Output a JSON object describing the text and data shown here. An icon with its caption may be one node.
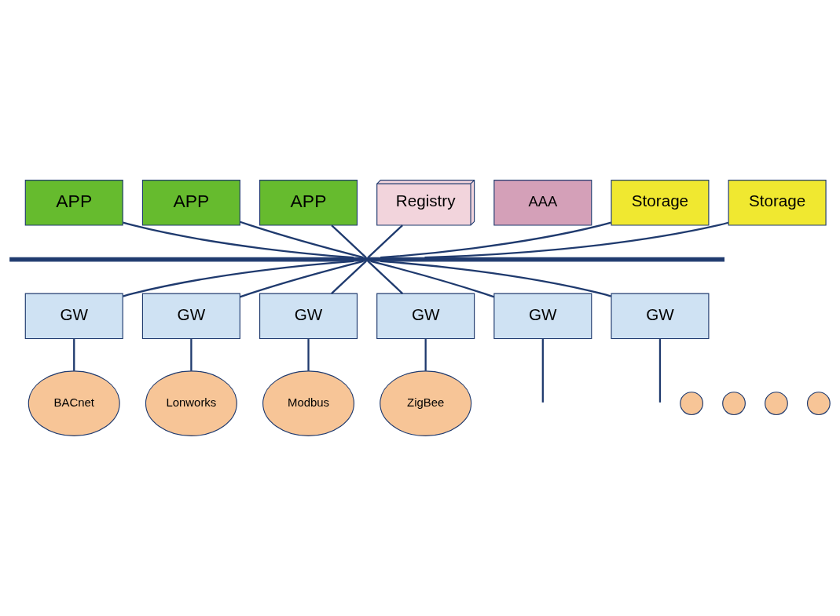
{
  "diagram": {
    "nodes": [
      {
        "text": [
          "APP"
        ]
      },
      {
        "text": [
          "APP"
        ]
      },
      {
        "text": [
          "APP"
        ]
      },
      {
        "text": [
          "Registry"
        ]
      },
      {
        "text": [
          "AAA"
        ]
      },
      {
        "text": [
          "Storage"
        ]
      },
      {
        "text": [
          "Storage"
        ]
      },
      {
        "text": [],
        "shape": "bar"
      },
      {
        "text": [
          "GW"
        ]
      },
      {
        "text": [
          "GW"
        ]
      },
      {
        "text": [
          "GW"
        ]
      },
      {
        "text": [
          "GW"
        ]
      },
      {
        "text": [
          "GW"
        ]
      },
      {
        "text": [
          "GW"
        ]
      },
      {
        "text": [
          "BACnet"
        ]
      },
      {
        "text": [
          "Lonworks"
        ]
      },
      {
        "text": [
          "Modbus"
        ]
      },
      {
        "text": [
          "ZigBee"
        ]
      },
      {
        "text": [],
        "shape": "circle"
      },
      {
        "text": [],
        "shape": "circle"
      },
      {
        "text": [],
        "shape": "circle"
      },
      {
        "text": [],
        "shape": "circle"
      }
    ],
    "edges": [
      {
        "from": 0,
        "to": 7,
        "arrow": "none"
      },
      {
        "from": 1,
        "to": 7,
        "arrow": "none"
      },
      {
        "from": 2,
        "to": 7,
        "arrow": "none"
      },
      {
        "from": 3,
        "to": 7,
        "arrow": "none"
      },
      {
        "from": 5,
        "to": 7,
        "arrow": "none"
      },
      {
        "from": 6,
        "to": 7,
        "arrow": "none"
      },
      {
        "from": 7,
        "to": 8,
        "arrow": "none"
      },
      {
        "from": 7,
        "to": 9,
        "arrow": "none"
      },
      {
        "from": 7,
        "to": 10,
        "arrow": "none"
      },
      {
        "from": 7,
        "to": 11,
        "arrow": "none"
      },
      {
        "from": 7,
        "to": 12,
        "arrow": "none"
      },
      {
        "from": 7,
        "to": 13,
        "arrow": "none"
      },
      {
        "from": 8,
        "to": 14,
        "arrow": "none"
      },
      {
        "from": 9,
        "to": 15,
        "arrow": "none"
      },
      {
        "from": 10,
        "to": 16,
        "arrow": "none"
      },
      {
        "from": 11,
        "to": 17,
        "arrow": "none"
      },
      {
        "from": 12,
        "to": null,
        "arrow": "none"
      },
      {
        "from": 13,
        "to": null,
        "arrow": "none"
      }
    ]
  }
}
